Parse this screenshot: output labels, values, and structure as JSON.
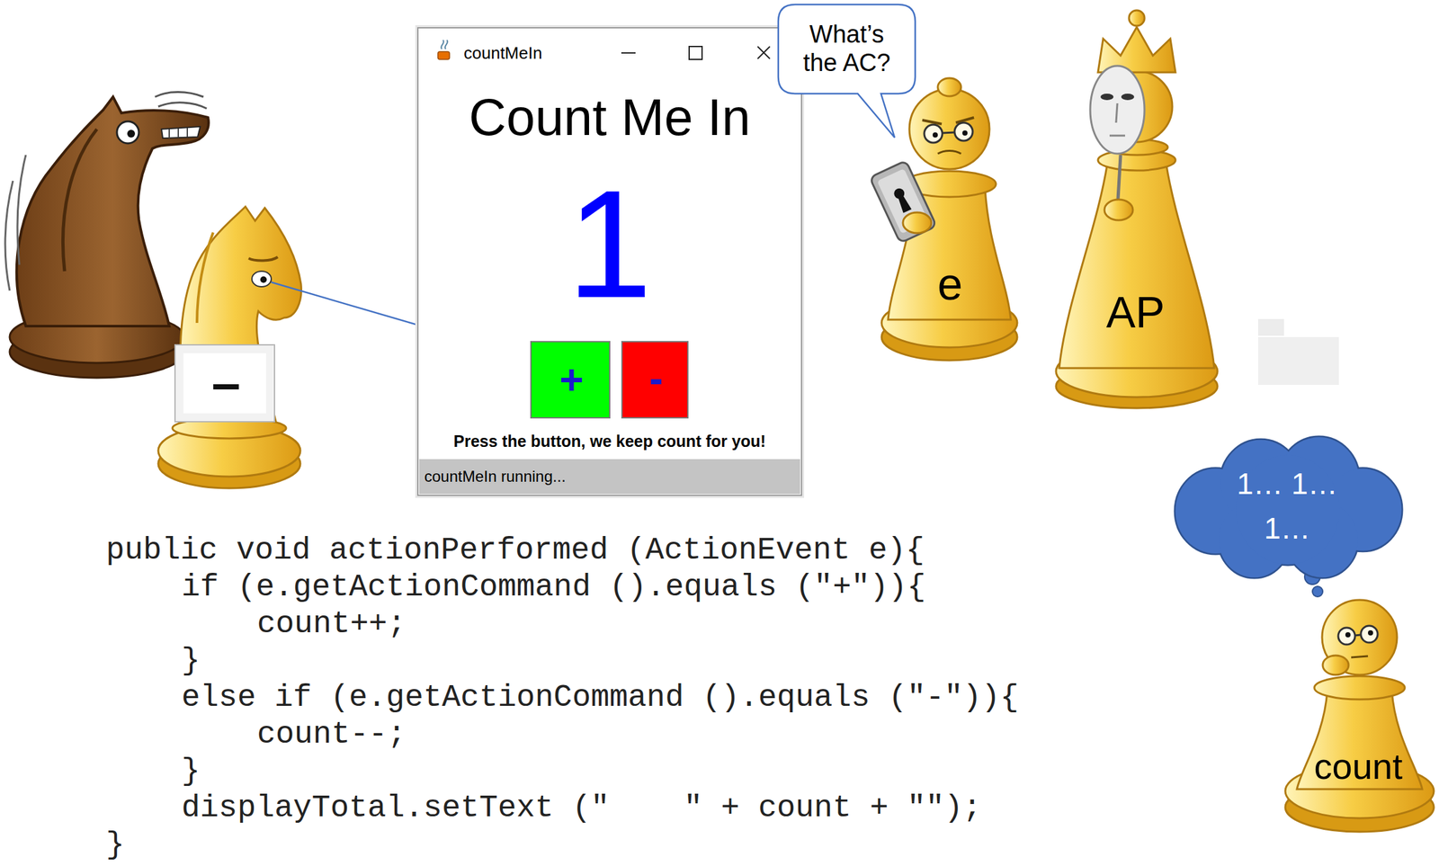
{
  "diagram": {
    "nodes": [
      {
        "text": [
          "countMeIn",
          "Count Me In",
          "1",
          "Press the button, we keep count for you!"
        ]
      },
      {
        "text": [
          "+"
        ],
        "in": 0
      },
      {
        "text": [
          "-"
        ],
        "in": 0
      },
      {
        "text": [
          "countMeIn running..."
        ],
        "in": 0
      },
      {
        "text": [
          "–"
        ]
      },
      {
        "text": [
          "What’s the AC?"
        ]
      },
      {
        "text": [
          "e"
        ]
      },
      {
        "text": [
          "AP"
        ]
      },
      {
        "text": [
          "1… 1… 1…"
        ]
      },
      {
        "text": [
          "count"
        ]
      }
    ],
    "labels": [
      "public void actionPerformed (ActionEvent e){",
      "if (e.getActionCommand ().equals (\"+\")){",
      "count++;",
      "}",
      "else if (e.getActionCommand ().equals (\"-\")){",
      "count--;",
      "}",
      "displayTotal.setText (\"    \" + count + \"\");",
      "}"
    ]
  }
}
